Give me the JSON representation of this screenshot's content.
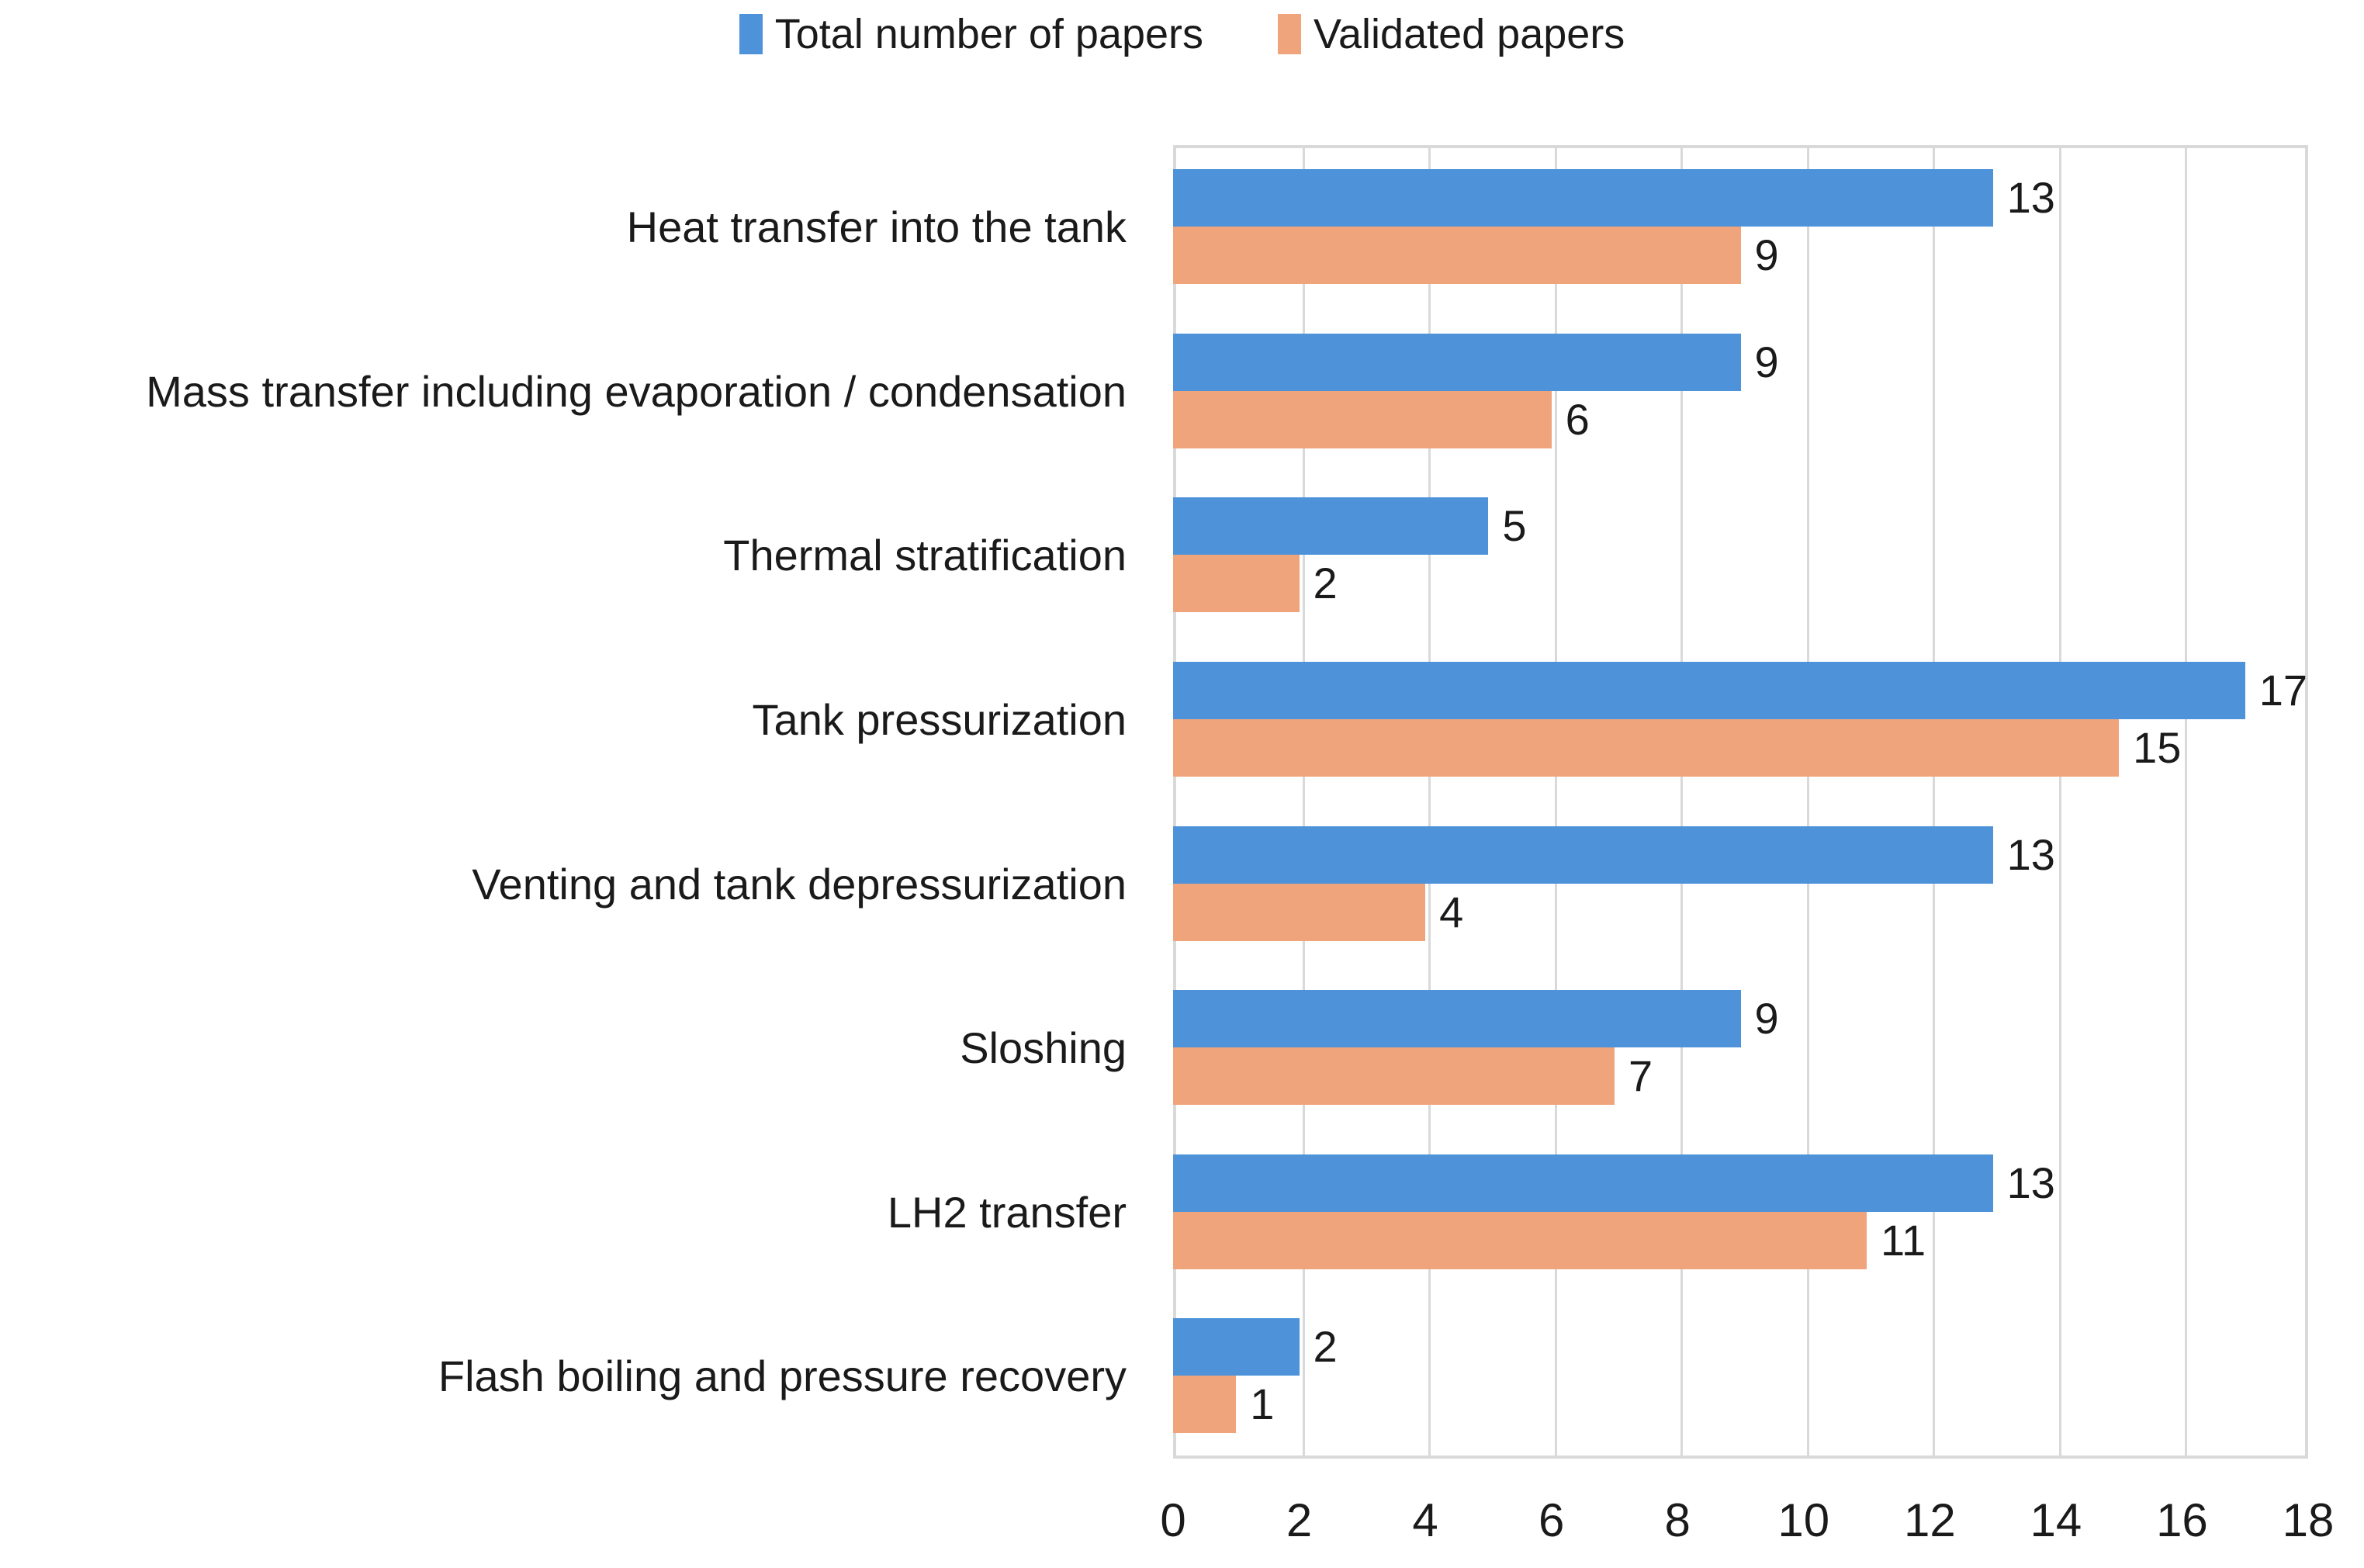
{
  "legend": {
    "items": [
      {
        "label": "Total number of papers",
        "color": "#4e93d9",
        "key": "total"
      },
      {
        "label": "Validated papers",
        "color": "#f0a47c",
        "key": "validated"
      }
    ]
  },
  "chart_data": {
    "type": "bar",
    "orientation": "horizontal",
    "title": "",
    "subtitle": "",
    "xlabel": "",
    "ylabel": "",
    "xlim": [
      0,
      18
    ],
    "ylim": null,
    "grid": "vertical",
    "legend_position": "top-center",
    "xticks": [
      0,
      2,
      4,
      6,
      8,
      10,
      12,
      14,
      16,
      18
    ],
    "xtick_labels": [
      "0",
      "2",
      "4",
      "6",
      "8",
      "10",
      "12",
      "14",
      "16",
      "18"
    ],
    "categories": [
      "Heat transfer into the tank",
      "Mass transfer including evaporation / condensation",
      "Thermal stratification",
      "Tank pressurization",
      "Venting and tank depressurization",
      "Sloshing",
      "LH2 transfer",
      "Flash boiling and pressure recovery"
    ],
    "series": [
      {
        "name": "Total number of papers",
        "color": "#4e93d9",
        "values": [
          13,
          9,
          5,
          17,
          13,
          9,
          13,
          2
        ],
        "value_labels": [
          "13",
          "9",
          "5",
          "17",
          "13",
          "9",
          "13",
          "2"
        ]
      },
      {
        "name": "Validated papers",
        "color": "#f0a47c",
        "values": [
          9,
          6,
          2,
          15,
          4,
          7,
          11,
          1
        ],
        "value_labels": [
          "9",
          "6",
          "2",
          "15",
          "4",
          "7",
          "11",
          "1"
        ]
      }
    ],
    "colors": {
      "total": "#4e93d9",
      "validated": "#f0a47c",
      "gridline": "#d9d9d9",
      "plot_border": "#d9d9d9",
      "text": "#1a1a1a",
      "background": "#ffffff"
    }
  }
}
